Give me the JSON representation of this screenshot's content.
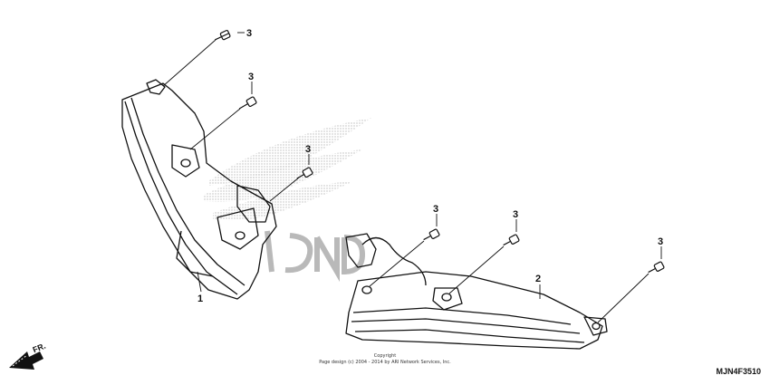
{
  "diagram": {
    "callouts": {
      "part_1": "1",
      "part_2": "2",
      "screw_a": "3",
      "screw_b": "3",
      "screw_c": "3",
      "screw_d": "3",
      "screw_e": "3",
      "screw_f": "3"
    },
    "front_indicator": "FR.",
    "copyright_line1": "Copyright",
    "copyright_line2": "Page design (c) 2004 - 2014 by ARI Network Services, Inc.",
    "diagram_code": "MJN4F3510",
    "colors": {
      "line": "#111111",
      "watermark": "#b9b9b9"
    }
  }
}
